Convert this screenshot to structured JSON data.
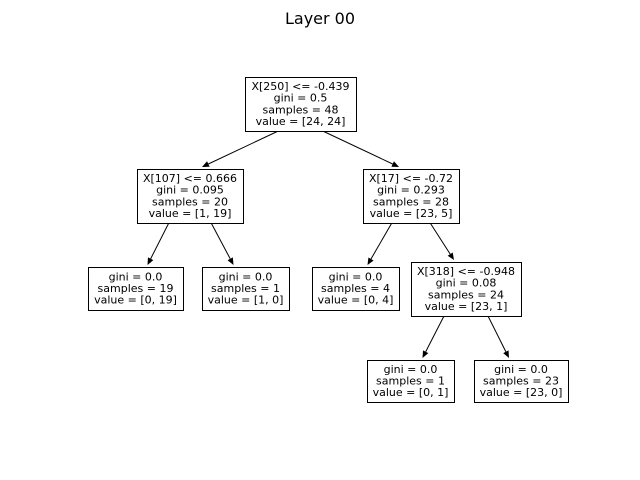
{
  "title": "Layer 00",
  "tree": {
    "nodes": [
      {
        "id": "n0",
        "lines": [
          "X[250] <= -0.439",
          "gini = 0.5",
          "samples = 48",
          "value = [24, 24]"
        ]
      },
      {
        "id": "n1",
        "lines": [
          "X[107] <= 0.666",
          "gini = 0.095",
          "samples = 20",
          "value = [1, 19]"
        ]
      },
      {
        "id": "n2",
        "lines": [
          "X[17] <= -0.72",
          "gini = 0.293",
          "samples = 28",
          "value = [23, 5]"
        ]
      },
      {
        "id": "n3",
        "lines": [
          "gini = 0.0",
          "samples = 19",
          "value = [0, 19]"
        ]
      },
      {
        "id": "n4",
        "lines": [
          "gini = 0.0",
          "samples = 1",
          "value = [1, 0]"
        ]
      },
      {
        "id": "n5",
        "lines": [
          "gini = 0.0",
          "samples = 4",
          "value = [0, 4]"
        ]
      },
      {
        "id": "n6",
        "lines": [
          "X[318] <= -0.948",
          "gini = 0.08",
          "samples = 24",
          "value = [23, 1]"
        ]
      },
      {
        "id": "n7",
        "lines": [
          "gini = 0.0",
          "samples = 1",
          "value = [0, 1]"
        ]
      },
      {
        "id": "n8",
        "lines": [
          "gini = 0.0",
          "samples = 23",
          "value = [23, 0]"
        ]
      }
    ],
    "edges": [
      {
        "from": "n0",
        "to": "n1"
      },
      {
        "from": "n0",
        "to": "n2"
      },
      {
        "from": "n1",
        "to": "n3"
      },
      {
        "from": "n1",
        "to": "n4"
      },
      {
        "from": "n2",
        "to": "n5"
      },
      {
        "from": "n2",
        "to": "n6"
      },
      {
        "from": "n6",
        "to": "n7"
      },
      {
        "from": "n6",
        "to": "n8"
      }
    ]
  }
}
